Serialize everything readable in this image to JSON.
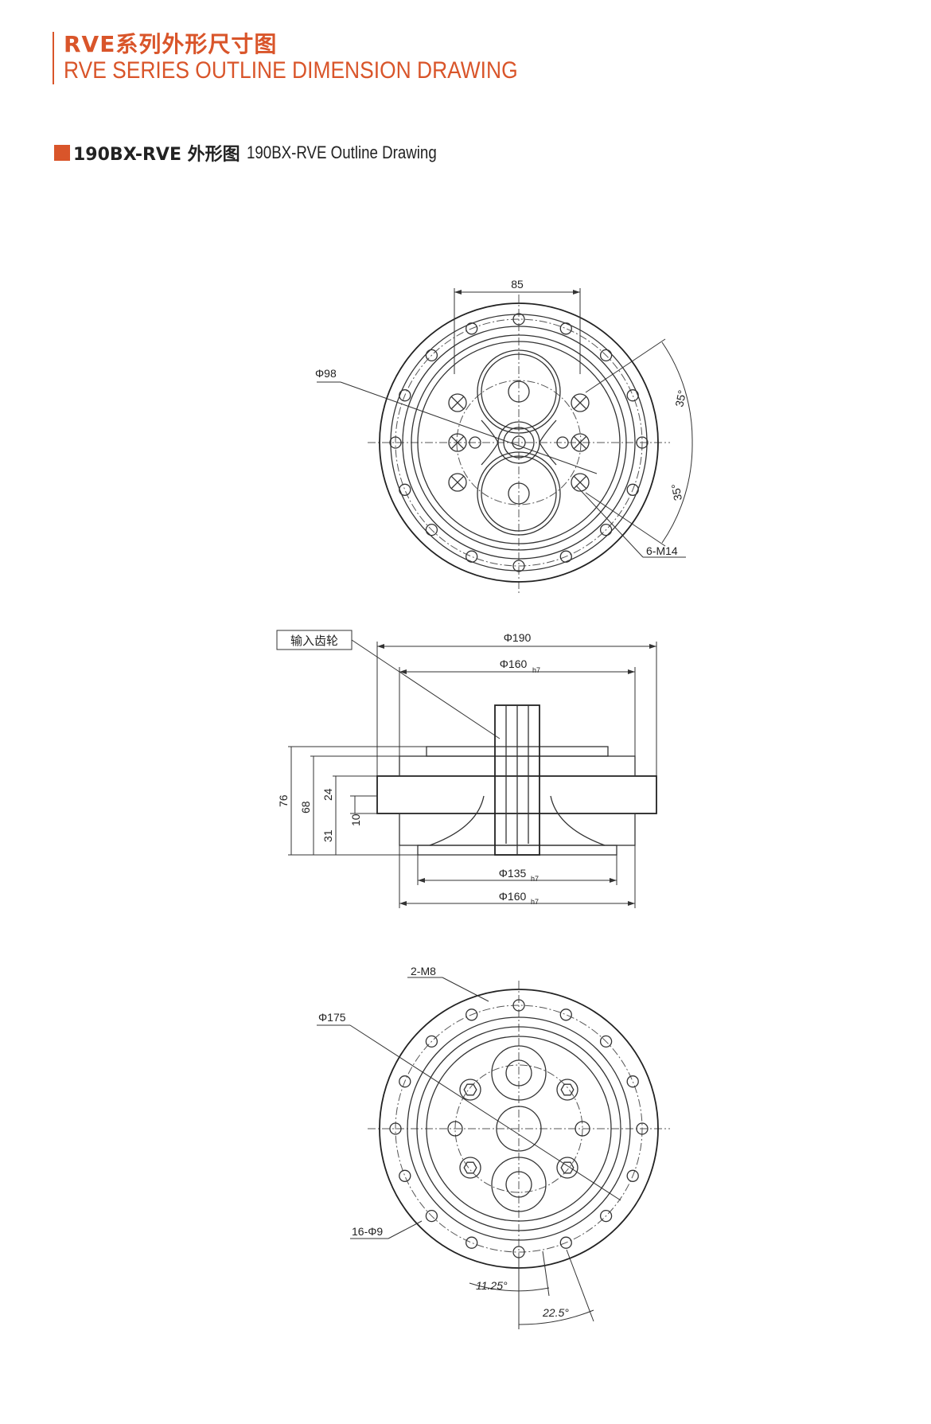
{
  "header": {
    "title_cn": "RVE系列外形尺寸图",
    "title_en": "RVE SERIES OUTLINE DIMENSION DRAWING"
  },
  "section": {
    "model_bold": "190BX-RVE 外形图",
    "model_en": "190BX-RVE Outline Drawing"
  },
  "front_view": {
    "dim_top": "85",
    "dim_pcd": "Φ98",
    "angle_a": "35°",
    "angle_b": "35°",
    "thread": "6-M14"
  },
  "side_view": {
    "callout": "输入齿轮",
    "dia_outer": "Φ190",
    "dia_top_h7": "Φ160",
    "dia_bottom_a": "Φ135",
    "dia_bottom_b": "Φ160",
    "fit": "h7",
    "h76": "76",
    "h68": "68",
    "h24": "24",
    "h31": "31",
    "h10": "10"
  },
  "rear_view": {
    "thread": "2-M8",
    "dia_pcd": "Φ175",
    "holes": "16-Φ9",
    "angle_small": "11.25°",
    "angle_large": "22.5°"
  },
  "colors": {
    "accent": "#d9552a",
    "line": "#333333"
  }
}
